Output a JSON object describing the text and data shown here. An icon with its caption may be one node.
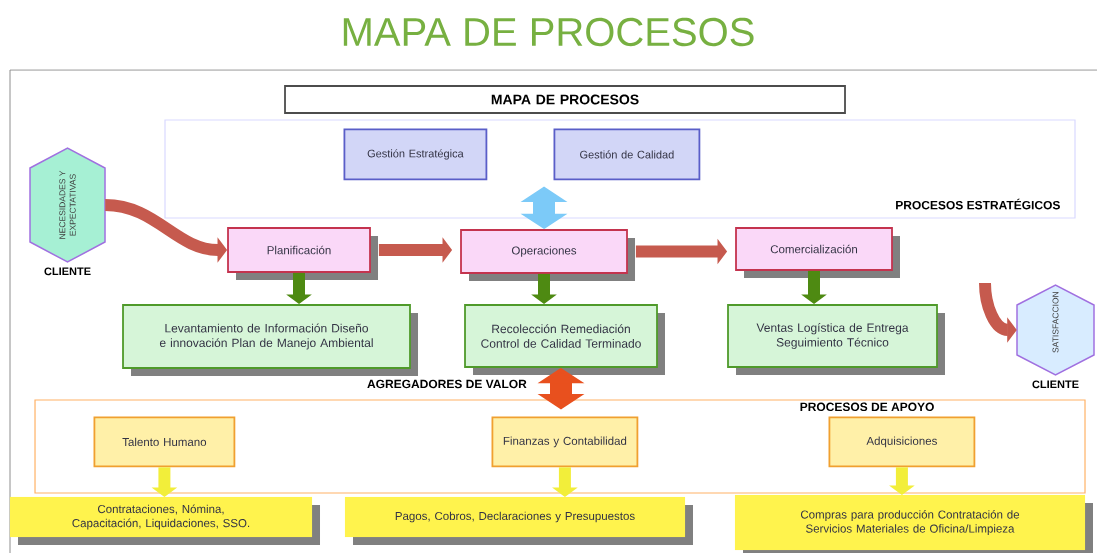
{
  "diagram": {
    "title": "MAPA DE PROCESOS",
    "nodes": [
      {
        "text": [
          "MAPA DE PROCESOS"
        ]
      },
      {
        "text": [
          "PROCESOS ESTRATÉGICOS"
        ]
      },
      {
        "text": [
          "Gestión Estratégica"
        ],
        "in": 1
      },
      {
        "text": [
          "Gestión de Calidad"
        ],
        "in": 1
      },
      {
        "text": [
          "NECESIDADES Y EXPECTATIVAS"
        ],
        "beside": [
          "CLIENTE"
        ]
      },
      {
        "text": [
          "Planificación"
        ]
      },
      {
        "text": [
          "Operaciones"
        ]
      },
      {
        "text": [
          "Comercialización"
        ]
      },
      {
        "text": [
          "Levantamiento de Información Diseño e innovación Plan de Manejo Ambiental"
        ]
      },
      {
        "text": [
          "Recolección Remediación Control de Calidad Terminado"
        ]
      },
      {
        "text": [
          "Ventas Logística de Entrega Seguimiento Técnico"
        ]
      },
      {
        "text": [
          "SATISFACCION"
        ],
        "beside": [
          "CLIENTE"
        ]
      },
      {
        "text": [
          "PROCESOS DE APOYO"
        ]
      },
      {
        "text": [
          "Talento Humano"
        ],
        "in": 12
      },
      {
        "text": [
          "Finanzas y Contabilidad"
        ],
        "in": 12
      },
      {
        "text": [
          "Adquisiciones"
        ],
        "in": 12
      },
      {
        "text": [
          "Contrataciones, Nómina, Capacitación, Liquidaciones, SSO."
        ]
      },
      {
        "text": [
          "Pagos, Cobros, Declaraciones y Presupuestos"
        ]
      },
      {
        "text": [
          "Compras para producción Contratación de Servicios Materiales de Oficina/Limpieza"
        ]
      }
    ],
    "edges": [
      {
        "from": 4,
        "to": 5,
        "arrow": "to",
        "color": "#c65a4e"
      },
      {
        "from": 5,
        "to": 6,
        "arrow": "to",
        "color": "#c65a4e"
      },
      {
        "from": 6,
        "to": 7,
        "arrow": "to",
        "color": "#c65a4e"
      },
      {
        "from": null,
        "to": 11,
        "arrow": "to",
        "color": "#c65a4e"
      },
      {
        "from": 5,
        "to": 8,
        "arrow": "to",
        "color": "#4e8a12"
      },
      {
        "from": 6,
        "to": 9,
        "arrow": "to",
        "color": "#4e8a12"
      },
      {
        "from": 7,
        "to": 10,
        "arrow": "to",
        "color": "#4e8a12"
      },
      {
        "from": 6,
        "to": 1,
        "arrow": "both",
        "style": "thick",
        "color": "#7ccaf8"
      },
      {
        "from": 9,
        "to": 12,
        "arrow": "both",
        "style": "thick",
        "color": "#e8501e"
      },
      {
        "from": 13,
        "to": 16,
        "arrow": "to",
        "color": "#f2ee3a"
      },
      {
        "from": 14,
        "to": 17,
        "arrow": "to",
        "color": "#f2ee3a"
      },
      {
        "from": 15,
        "to": 18,
        "arrow": "to",
        "color": "#f2ee3a"
      }
    ],
    "labels": [
      "AGREGADORES DE VALOR"
    ]
  }
}
